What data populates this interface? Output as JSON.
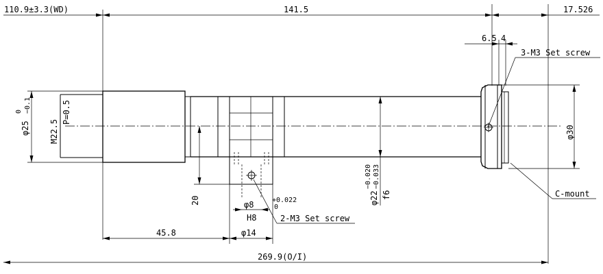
{
  "dimensions": {
    "wd": "110.9±3.3(WD)",
    "body_length": "141.5",
    "mount_length": "17.526",
    "seg_65": "6.5",
    "seg_4": "4",
    "front_dia": "φ25",
    "front_tol_upper": "0",
    "front_tol_lower": "−0.1",
    "thread": "M22.5",
    "thread_pitch": "P=0.5",
    "tube_dia": "φ22",
    "tube_tol_upper": "−0.020",
    "tube_tol_lower": "−0.033",
    "tube_fit": "f6",
    "rear_dia": "φ30",
    "height_20": "20",
    "hole_dia": "φ8",
    "hole_tol": "+0.022",
    "hole_tol_zero": "0",
    "hole_fit": "H8",
    "boss_dia": "φ14",
    "offset_458": "45.8",
    "total": "269.9(O/I)"
  },
  "callouts": {
    "set_screw_3": "3-M3 Set screw",
    "set_screw_2": "2-M3 Set screw",
    "mount": "C-mount"
  }
}
